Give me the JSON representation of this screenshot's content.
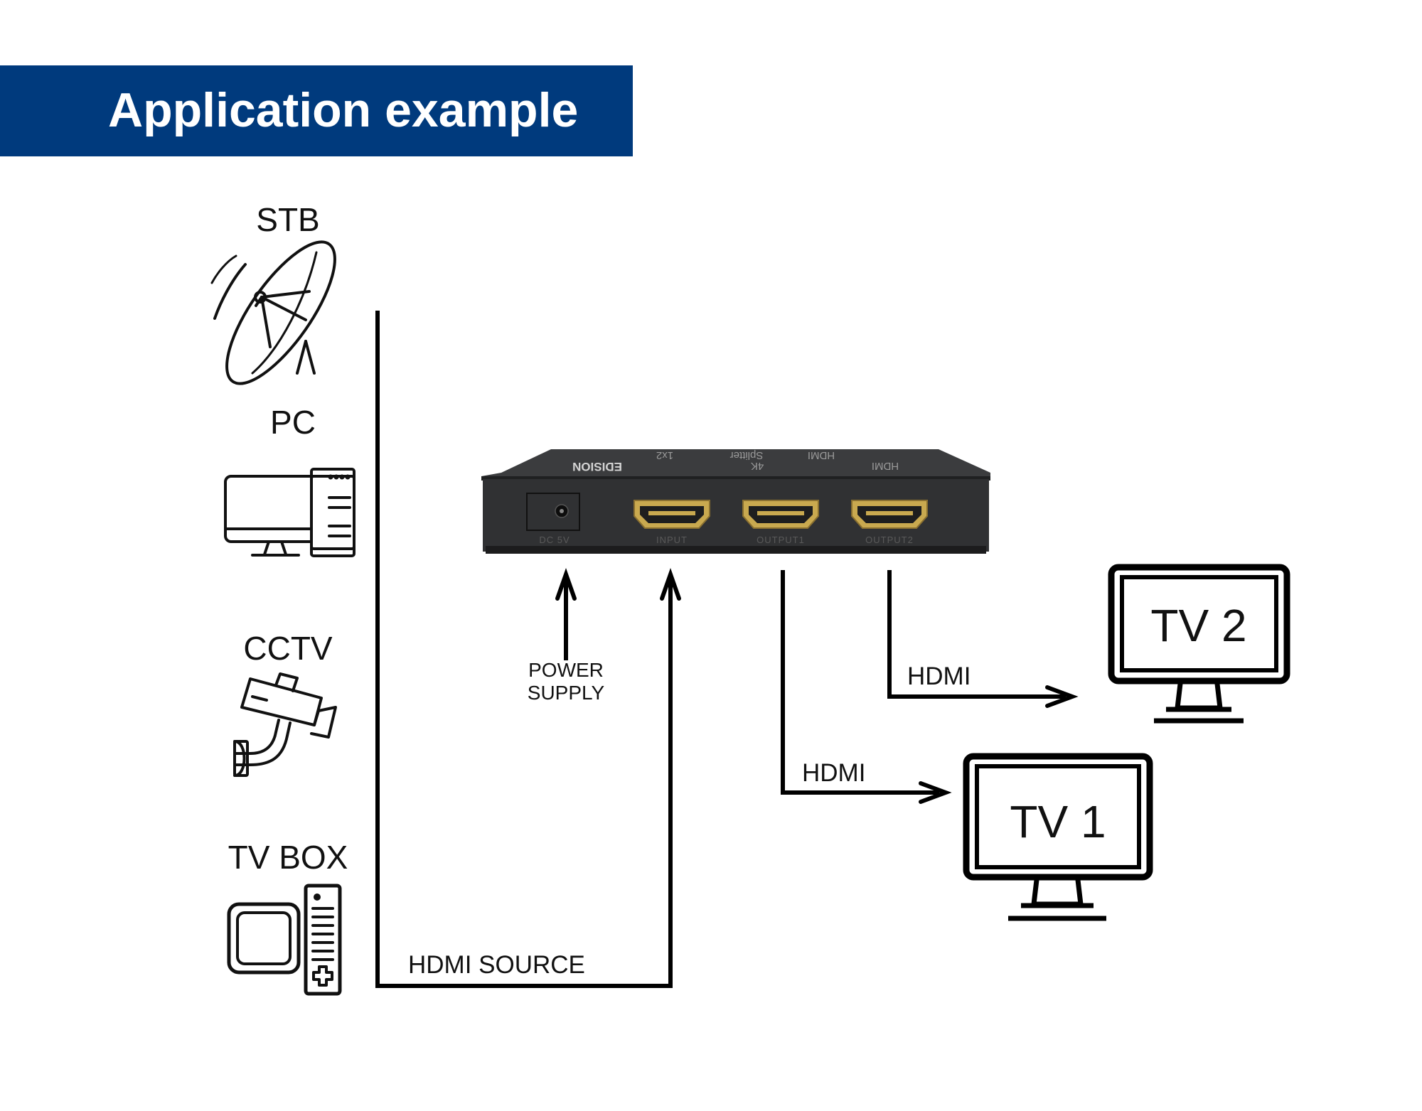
{
  "header": {
    "title": "Application example",
    "bg_color": "#003A7D"
  },
  "sources": [
    {
      "label": "STB",
      "icon": "satellite-dish-icon"
    },
    {
      "label": "PC",
      "icon": "desktop-computer-icon"
    },
    {
      "label": "CCTV",
      "icon": "cctv-camera-icon"
    },
    {
      "label": "TV BOX",
      "icon": "tv-box-icon"
    }
  ],
  "device": {
    "brand": "EDISION",
    "product_text": [
      "HDMI",
      "4K",
      "HDMI",
      "Splitter",
      "1x2"
    ],
    "ports": [
      "DC 5V",
      "INPUT",
      "OUTPUT1",
      "OUTPUT2"
    ],
    "body_color": "#2e2f31",
    "connector_color": "#c9a94f"
  },
  "connections": {
    "power": [
      "POWER",
      "SUPPLY"
    ],
    "source": "HDMI SOURCE",
    "out1": "HDMI",
    "out2": "HDMI"
  },
  "displays": [
    {
      "label": "TV 1"
    },
    {
      "label": "TV 2"
    }
  ]
}
